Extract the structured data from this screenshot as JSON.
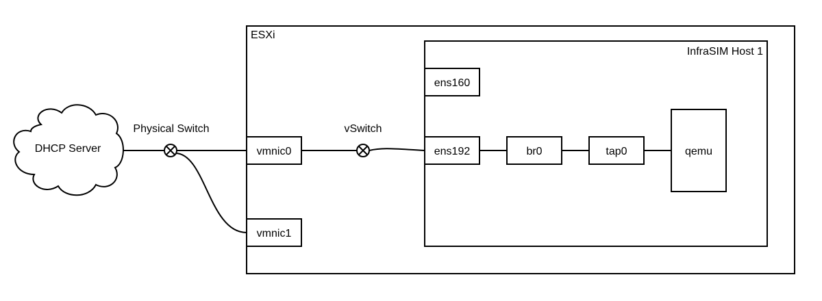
{
  "diagram": {
    "esxi_label": "ESXi",
    "host_label": "InfraSIM Host 1",
    "cloud_label": "DHCP Server",
    "physical_switch_label": "Physical Switch",
    "vswitch_label": "vSwitch",
    "nodes": {
      "vmnic0": "vmnic0",
      "vmnic1": "vmnic1",
      "ens160": "ens160",
      "ens192": "ens192",
      "br0": "br0",
      "tap0": "tap0",
      "qemu": "qemu"
    }
  }
}
